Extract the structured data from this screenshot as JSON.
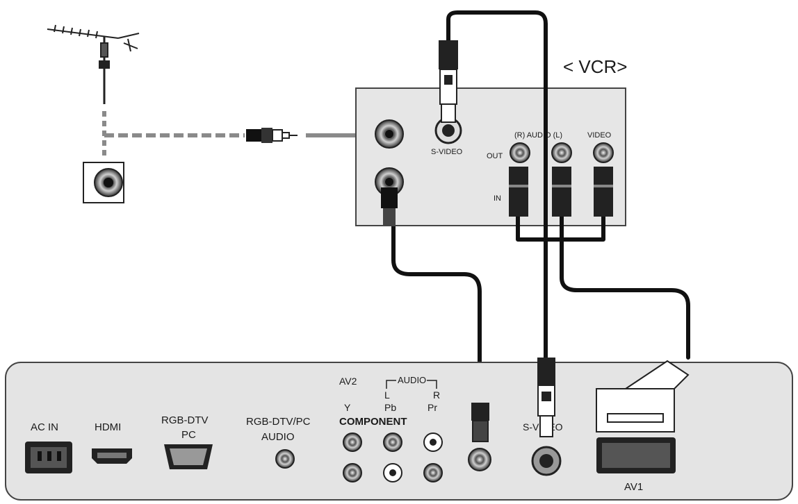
{
  "vcr": {
    "title": "< VCR>",
    "svideo_label": "S-VIDEO",
    "out_label": "OUT",
    "in_label": "IN",
    "audio_label": "(R) AUDIO (L)",
    "video_label": "VIDEO"
  },
  "tv_panel": {
    "ac_in": "AC IN",
    "hdmi": "HDMI",
    "rgb_dtv_line1": "RGB-DTV",
    "rgb_dtv_line2": "PC",
    "rgb_audio_line1": "RGB-DTV/PC",
    "rgb_audio_line2": "AUDIO",
    "av2": "AV2",
    "audio": "AUDIO",
    "audio_l": "L",
    "audio_r": "R",
    "y": "Y",
    "pb": "Pb",
    "pr": "Pr",
    "component": "COMPONENT",
    "svideo": "S-VIDEO",
    "av1": "AV1"
  },
  "colors": {
    "panel_fill": "#e4e4e4",
    "cable": "#111111",
    "dashed_line": "#8a8a8a",
    "arrow": "#8a8a8a"
  },
  "icons": [
    "antenna-icon",
    "wall-socket-icon",
    "rf-plug-icon",
    "scart-plug-icon",
    "svideo-plug-icon",
    "rca-plug-icon"
  ]
}
